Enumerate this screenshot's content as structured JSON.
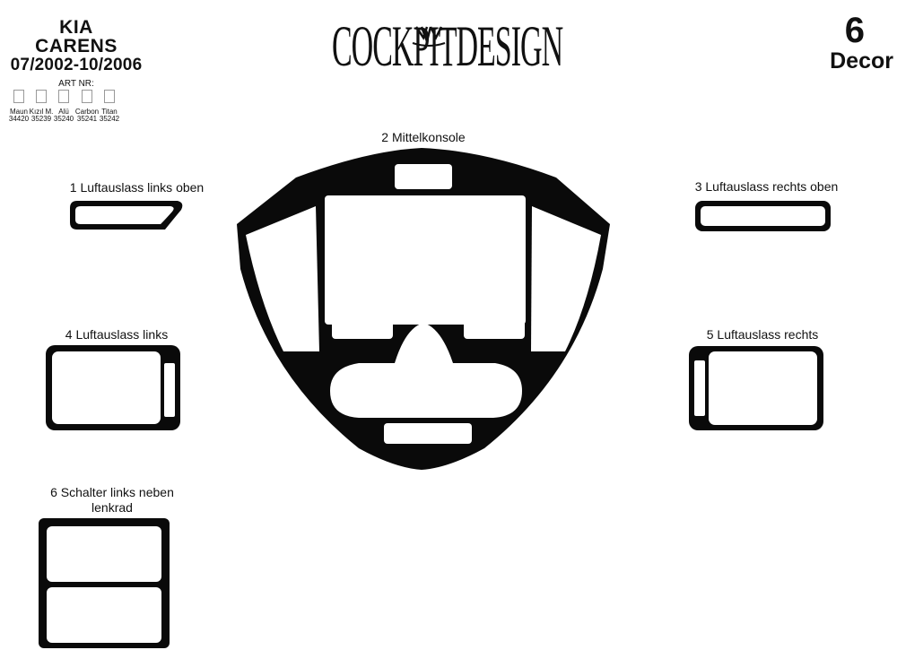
{
  "header": {
    "make": "KIA",
    "model": "CARENS",
    "years": "07/2002-10/2006",
    "art_label": "ART NR:",
    "swatches": [
      {
        "name": "Maun",
        "code": "34420"
      },
      {
        "name": "Kızıl M.",
        "code": "35239"
      },
      {
        "name": "Alü",
        "code": "35240"
      },
      {
        "name": "Carbon",
        "code": "35241"
      },
      {
        "name": "Titan",
        "code": "35242"
      }
    ]
  },
  "logo": {
    "text": "COCKPITDESIGN"
  },
  "decor": {
    "count": "6",
    "label": "Decor"
  },
  "parts": [
    {
      "label": "1  Luftauslass links oben"
    },
    {
      "label": "2  Mittelkonsole"
    },
    {
      "label": "3  Luftauslass rechts oben"
    },
    {
      "label": "4  Luftauslass links"
    },
    {
      "label": "5  Luftauslass rechts"
    },
    {
      "label": "6  Schalter links neben",
      "label_line2": "lenkrad"
    }
  ],
  "colors": {
    "piece_fill": "#0a0a0a",
    "background": "#ffffff"
  }
}
